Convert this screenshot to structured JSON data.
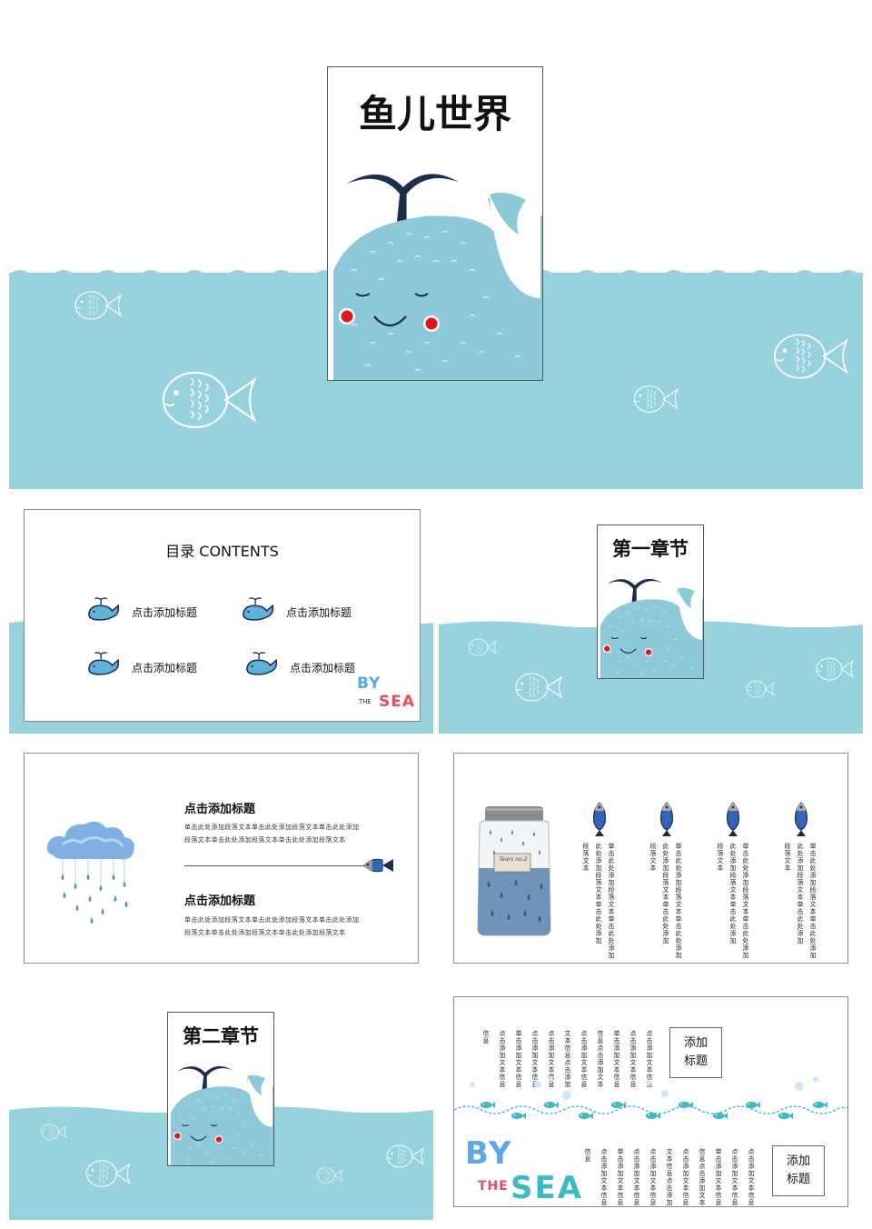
{
  "cover": {
    "title": "鱼儿世界"
  },
  "contents": {
    "title": "目录  CONTENTS",
    "items": [
      "点击添加标题",
      "点击添加标题",
      "点击添加标题",
      "点击添加标题"
    ],
    "logo": {
      "by": "BY",
      "the": "THE",
      "sea": "SEA"
    }
  },
  "chapter1": {
    "title": "第一章节"
  },
  "slide_cloud": {
    "title1": "点击添加标题",
    "para1_line1": "单击此处添加段落文本单击此处添加段落文本单击此处添加",
    "para1_line2": "段落文本单击此处添加段落文本单击此处添加段落文本",
    "title2": "点击添加标题",
    "para2_line1": "单击此处添加段落文本单击此处添加段落文本单击此处添加",
    "para2_line2": "段落文本单击此处添加段落文本单击此处添加段落文本"
  },
  "slide_jar": {
    "jar_label": "Tears no.2",
    "columns": [
      {
        "a": "段落文本",
        "b": "此处添加段落文本单击此处添加",
        "c": "单击此处添加段落文本单击此处添加"
      },
      {
        "a": "段落文本",
        "b": "此处添加段落文本单击此处添加",
        "c": "单击此处添加段落文本单击此处添加"
      },
      {
        "a": "段落文本",
        "b": "此处添加段落文本单击此处添加",
        "c": "单击此处添加段落文本单击此处添加"
      },
      {
        "a": "段落文本",
        "b": "此处添加段落文本单击此处添加",
        "c": "单击此处添加段落文本单击此处添加"
      }
    ]
  },
  "chapter2": {
    "title": "第二章节"
  },
  "slide_bysea": {
    "box_top": "添加\n标题",
    "box_bottom": "添加\n标题",
    "top_cols": [
      "信息",
      "点击添加文本信息",
      "单击添加文本信息",
      "点击添加文本信息",
      "点击添加文本信息",
      "文本信息点击添加",
      "点击添加文本信息",
      "信息点击添加文本",
      "单击添加文本信息",
      "点击添加文本信息",
      "点击添加文本信息"
    ],
    "bottom_cols": [
      "信息",
      "点击添加文本信息",
      "单击添加文本信息",
      "点击添加文本信息",
      "点击添加文本信息",
      "文本信息点击添加",
      "点击添加文本信息",
      "信息点击添加文本",
      "单击添加文本信息",
      "点击添加文本信息",
      "点击添加文本信息"
    ],
    "logo": {
      "by": "BY",
      "the": "THE",
      "sea": "SEA"
    }
  },
  "colors": {
    "water": "#97d3dc",
    "whale_body": "#8cc9d9",
    "whale_dark": "#1d2e4d",
    "cheek": "#e8141d",
    "logo_teal": "#3bbcc4",
    "logo_red": "#e74c5f",
    "logo_blue": "#5aa9e6"
  }
}
